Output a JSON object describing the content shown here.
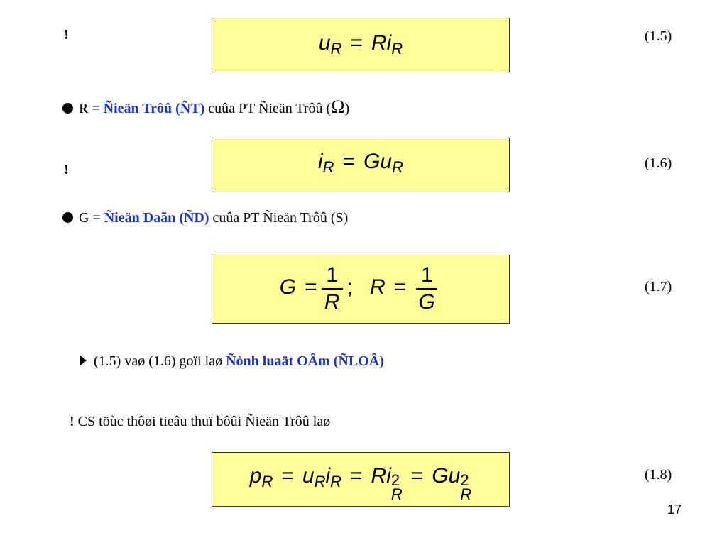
{
  "markers": {
    "exclaim": "!"
  },
  "eq15": {
    "number": "(1.5)",
    "lhs": "u",
    "lhs_sub": "R",
    "eq": "=",
    "rhs": "Ri",
    "rhs_sub": "R"
  },
  "line1": {
    "prefix": "R = ",
    "highlight": "Ñieän Trôû (ÑT)",
    "suffix": " cuûa PT Ñieän Trôû (",
    "omega": "Ω",
    "close": ")"
  },
  "eq16": {
    "number": "(1.6)",
    "lhs": "i",
    "lhs_sub": "R",
    "eq": "=",
    "rhs": "Gu",
    "rhs_sub": "R"
  },
  "line2": {
    "prefix": "G = ",
    "highlight": "Ñieän Daãn (ÑD)",
    "suffix": " cuûa PT Ñieän Trôû (S)"
  },
  "eq17": {
    "number": "(1.7)",
    "g": "G",
    "eq": "=",
    "one": "1",
    "r": "R",
    "semicolon": ";"
  },
  "line3": {
    "text": "(1.5) vaø (1.6) goïi laø ",
    "highlight": "Ñònh luaät OÂm (ÑLOÂ)"
  },
  "line4": {
    "text": " CS töùc thôøi tieâu thuï bôûi Ñieän Trôû laø"
  },
  "eq18": {
    "number": "(1.8)",
    "p": "p",
    "u": "u",
    "i": "i",
    "ri": "Ri",
    "gu": "Gu",
    "sub": "R",
    "sup": "2",
    "eq": "="
  },
  "page_number": "17"
}
